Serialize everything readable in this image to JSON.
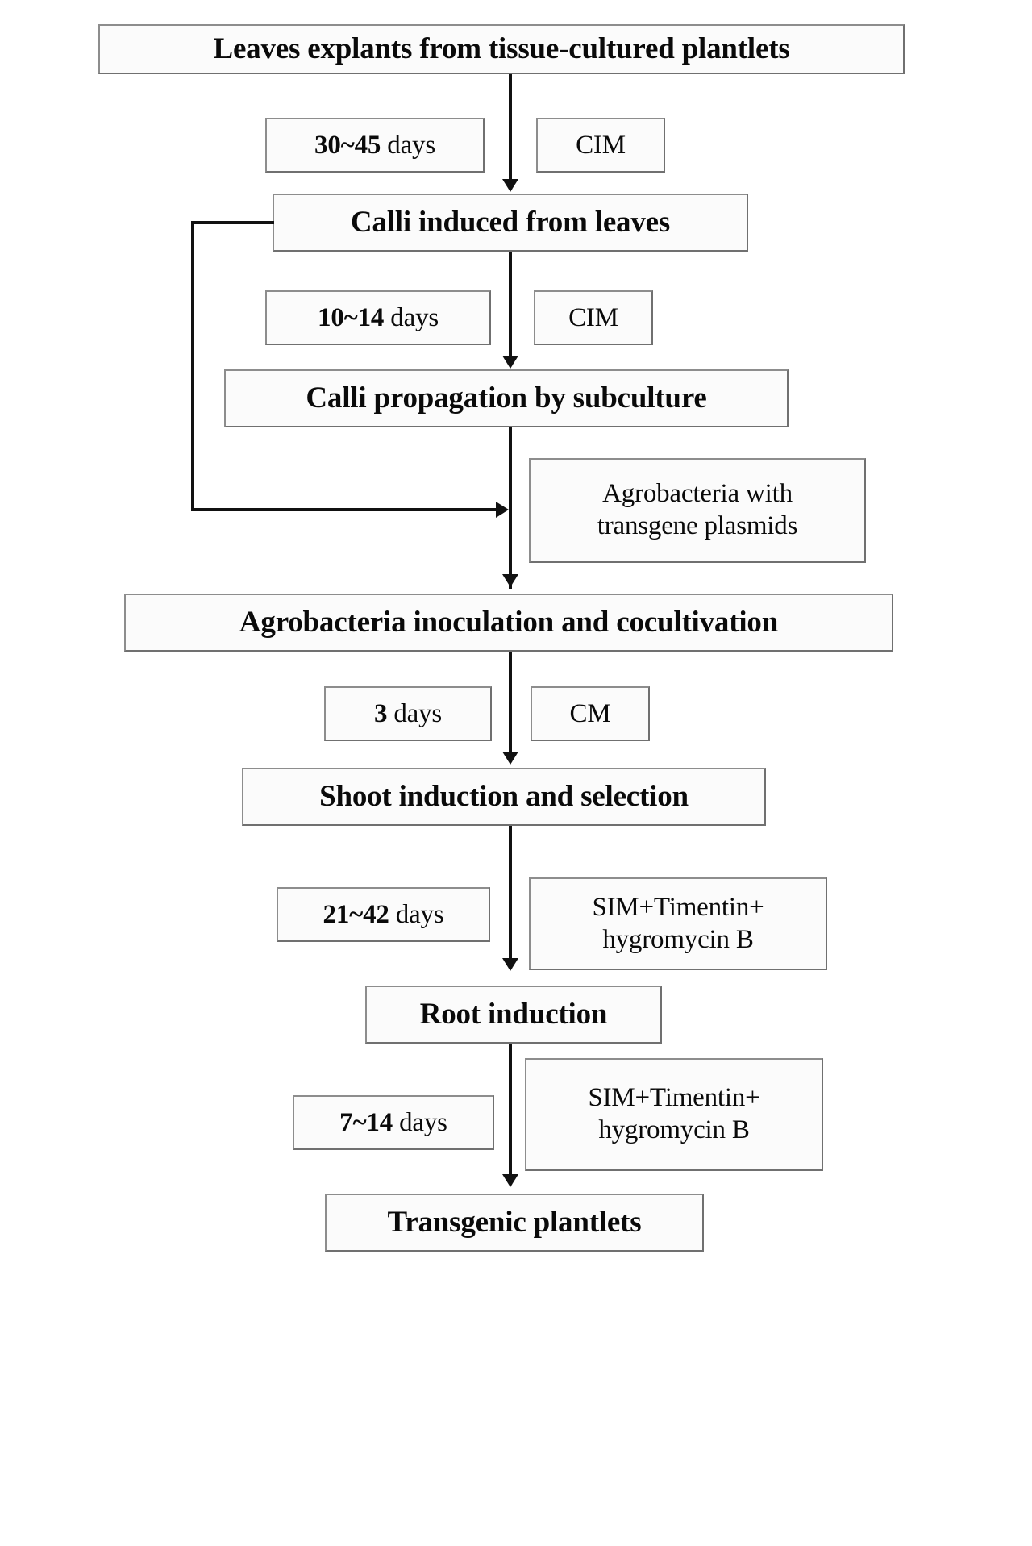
{
  "diagram": {
    "title": "Agrobacterium-mediated transformation workflow flowchart",
    "stages": [
      {
        "id": "leaves-explants",
        "label": "Leaves explants from tissue-cultured plantlets"
      },
      {
        "id": "calli-induced",
        "label": "Calli induced from leaves"
      },
      {
        "id": "calli-propagation",
        "label": "Calli propagation by subculture"
      },
      {
        "id": "agro-inoculation",
        "label": "Agrobacteria inoculation and cocultivation"
      },
      {
        "id": "shoot-induction",
        "label": "Shoot induction and selection"
      },
      {
        "id": "root-induction",
        "label": "Root induction"
      },
      {
        "id": "transgenic-plantlets",
        "label": "Transgenic plantlets"
      }
    ],
    "inputs": [
      {
        "id": "agrobacteria-plasmids",
        "line1": "Agrobacteria with",
        "line2": "transgene plasmids"
      }
    ],
    "durations": [
      {
        "id": "duration-1",
        "value": "30~45",
        "unit": "days"
      },
      {
        "id": "duration-2",
        "value": "10~14",
        "unit": "days"
      },
      {
        "id": "duration-3",
        "value": "3",
        "unit": "days"
      },
      {
        "id": "duration-4",
        "value": "21~42",
        "unit": "days"
      },
      {
        "id": "duration-5",
        "value": "7~14",
        "unit": "days"
      }
    ],
    "media": [
      {
        "id": "medium-1",
        "line1": "CIM",
        "line2": ""
      },
      {
        "id": "medium-2",
        "line1": "CIM",
        "line2": ""
      },
      {
        "id": "medium-3",
        "line1": "CM",
        "line2": ""
      },
      {
        "id": "medium-4",
        "line1": "SIM+Timentin+",
        "line2": "hygromycin B"
      },
      {
        "id": "medium-5",
        "line1": "SIM+Timentin+",
        "line2": "hygromycin B"
      }
    ],
    "colors": {
      "box_border": "#6e6e6e",
      "box_fill": "#fbfbfb",
      "connector": "#111111",
      "text": "#0a0a0a",
      "background": "#ffffff"
    }
  }
}
